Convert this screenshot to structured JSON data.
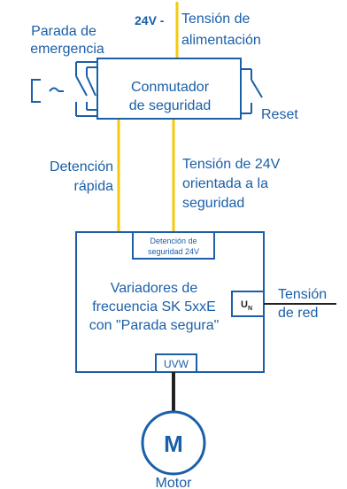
{
  "labels": {
    "emergency_stop_line1": "Parada de",
    "emergency_stop_line2": "emergencia",
    "voltage": "24V -",
    "supply_line1": "Tensión de",
    "supply_line2": "alimentación",
    "safety_switch_line1": "Conmutador",
    "safety_switch_line2": "de seguridad",
    "reset": "Reset",
    "quick_stop_line1": "Detención",
    "quick_stop_line2": "rápida",
    "safety_voltage_line1": "Tensión de 24V",
    "safety_voltage_line2": "orientada a la",
    "safety_voltage_line3": "seguridad",
    "safety_input_line1": "Detención de",
    "safety_input_line2": "seguridad 24V",
    "drive_line1": "Variadores de",
    "drive_line2": "frecuencia SK 5xxE",
    "drive_line3": "con \"Parada segura\"",
    "un_main": "U",
    "un_sub": "N",
    "mains_line1": "Tensión",
    "mains_line2": "de red",
    "uvw": "UVW",
    "motor_symbol": "M",
    "motor": "Motor"
  },
  "colors": {
    "wire_yellow": "#f6c90e",
    "box_blue": "#1a5fa8",
    "text_blue": "#1a5fa8",
    "black": "#222222"
  }
}
